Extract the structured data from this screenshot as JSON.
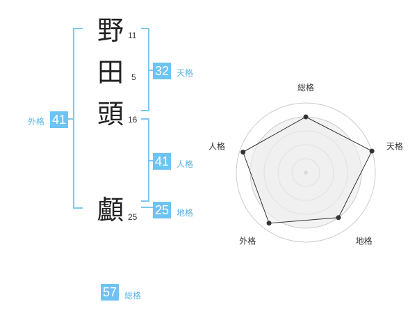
{
  "name_chars": [
    {
      "char": "野",
      "strokes": "11"
    },
    {
      "char": "田",
      "strokes": "5"
    },
    {
      "char": "頭",
      "strokes": "16"
    },
    {
      "char": "顱",
      "strokes": "25"
    }
  ],
  "ten_kaku": {
    "value": "32",
    "label": "天格"
  },
  "jin_kaku": {
    "value": "41",
    "label": "人格"
  },
  "chi_kaku": {
    "value": "25",
    "label": "地格"
  },
  "gai_kaku": {
    "value": "41",
    "label": "外格"
  },
  "sou_kaku": {
    "value": "57",
    "label": "総格"
  },
  "chart_data": {
    "type": "radar",
    "axes": [
      "総格",
      "天格",
      "地格",
      "外格",
      "人格"
    ],
    "values": [
      0.8,
      1.0,
      0.8,
      0.9,
      0.95
    ],
    "rings": 4,
    "colors": {
      "fill": "#eeeeee",
      "stroke": "#333333",
      "grid": "#cccccc"
    }
  }
}
